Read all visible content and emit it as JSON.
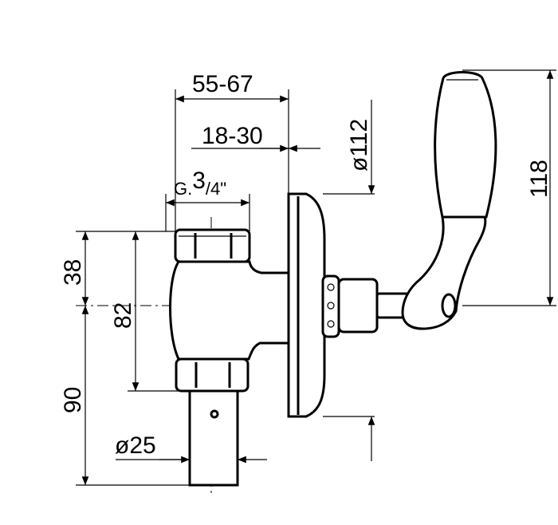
{
  "drawing": {
    "kind": "technical dimension drawing",
    "subject": "wall-mounted flush valve with lever handle",
    "line_color": "#000000",
    "background": "#ffffff"
  },
  "dimensions": {
    "top_width": "55-67",
    "wall_depth": "18-30",
    "thread_prefix": "G.",
    "thread_num": "3",
    "thread_frac": "/4\"",
    "rosette_diameter": "ø112",
    "handle_height": "118",
    "upper_height": "38",
    "body_height": "82",
    "lower_height": "90",
    "pipe_diameter": "ø25"
  }
}
